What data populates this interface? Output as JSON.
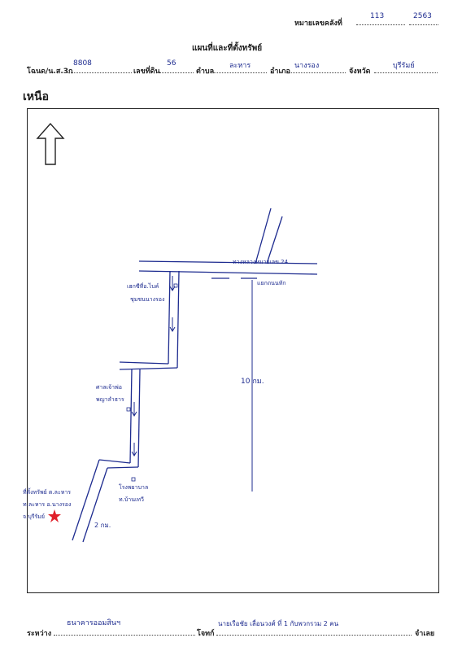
{
  "header": {
    "registration_label": "หมายเลขคลังที่",
    "registration_no": "113",
    "registration_year": "2563",
    "title": "แผนที่และที่ตั้งทรัพย์"
  },
  "deed_row": {
    "deed_label": "โฉนด/น.ส.3ก",
    "deed_no": "8808",
    "land_no_label": "เลขที่ดิน",
    "land_no": "56",
    "subdistrict_label": "ตำบล",
    "subdistrict": "ละหาร",
    "district_label": "อำเภอ",
    "district": "นางรอง",
    "province_label": "จังหวัด",
    "province": "บุรีรัมย์"
  },
  "north_label": "เหนือ",
  "map": {
    "highway_label": "ทางหลวงหมายเลข 24",
    "junction_label": "แยกถนนหัก",
    "school_label": "เฮกซีที่อ.ไบค์",
    "school_sub": "ชุมชนนางรอง",
    "temple_label": "ศาลเจ้าพ่อ",
    "temple_sub": "พญาลำธาร",
    "hospital_label": "โรงพยาบาล",
    "hospital_sub": "ท.บ้านเทวี",
    "distance_main": "10 กม.",
    "distance_side": "2 กม.",
    "property_label_1": "ที่ตั้งทรัพย์ ต.ละหาร",
    "property_label_2": "ท.ละหาร อ.นางรอง",
    "property_label_3": "จ.บุรีรัมย์"
  },
  "footer": {
    "between_label": "ระหว่าง",
    "bank_name": "ธนาคารออมสินฯ",
    "defendant_label": "โจทก์",
    "defendant_text": "นายเรือชัย  เลื่อนวงศ์ ที่ 1  กับพวกรวม 2 คน",
    "suffix_label": "จำเลย"
  },
  "colors": {
    "ink_blue": "#1d2b8f",
    "star_red": "#e0202a"
  }
}
